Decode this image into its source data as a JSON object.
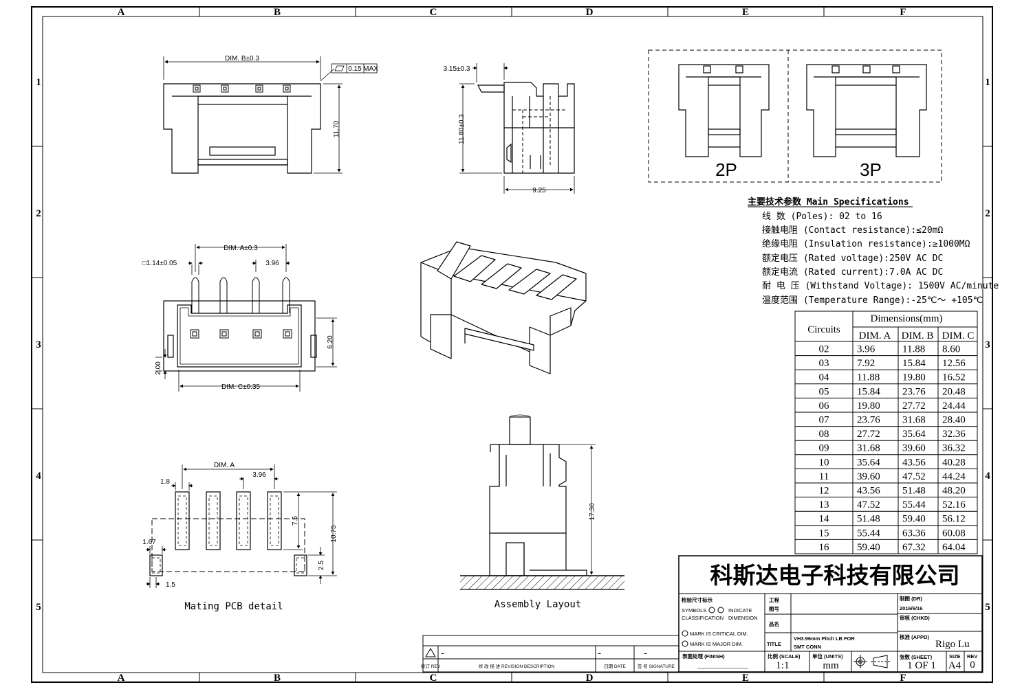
{
  "frame": {
    "columns": [
      "A",
      "B",
      "C",
      "D",
      "E",
      "F"
    ],
    "rows": [
      "1",
      "2",
      "3",
      "4",
      "5"
    ]
  },
  "views": {
    "top": {
      "dim_b": "DIM. B±0.3",
      "flatness": "0.15",
      "flatness_max": "MAX",
      "height": "11.70"
    },
    "side": {
      "offset": "3.15±0.3",
      "height": "11.80±0.3",
      "depth": "9.25"
    },
    "variants": {
      "p2": "2P",
      "p3": "3P"
    },
    "bottom": {
      "pin": "□1.14±0.05",
      "dim_a": "DIM. A±0.3",
      "pitch": "3.96",
      "depth": "6.20",
      "edge": "2.00",
      "dim_c": "DIM. C±0.35"
    },
    "pcb": {
      "dim_a": "DIM. A",
      "pitch": "3.96",
      "pad_w": "1.8",
      "pad_len": "7.5",
      "total": "10.75",
      "tab_w": "1.67",
      "tab_h": "2.5",
      "tab_off": "1.5",
      "caption": "Mating PCB detail"
    },
    "assembly": {
      "height": "17.30",
      "caption": "Assembly Layout"
    }
  },
  "specs": {
    "heading": "主要技术参数 Main Specifications",
    "lines": [
      "线    数 (Poles): 02 to 16",
      "接触电阻 (Contact resistance):≤20mΩ",
      "绝缘电阻 (Insulation resistance):≥1000MΩ",
      "额定电压 (Rated voltage):250V AC DC",
      "额定电流 (Rated current):7.0A AC DC",
      "耐 电 压 (Withstand Voltage): 1500V AC/minute",
      "温度范围 (Temperature Range):-25℃～ +105℃"
    ]
  },
  "dims_table": {
    "circuits_label": "Circuits",
    "group_label": "Dimensions(mm)",
    "headers": [
      "DIM. A",
      "DIM. B",
      "DIM. C"
    ],
    "rows": [
      [
        "02",
        "3.96",
        "11.88",
        "8.60"
      ],
      [
        "03",
        "7.92",
        "15.84",
        "12.56"
      ],
      [
        "04",
        "11.88",
        "19.80",
        "16.52"
      ],
      [
        "05",
        "15.84",
        "23.76",
        "20.48"
      ],
      [
        "06",
        "19.80",
        "27.72",
        "24.44"
      ],
      [
        "07",
        "23.76",
        "31.68",
        "28.40"
      ],
      [
        "08",
        "27.72",
        "35.64",
        "32.36"
      ],
      [
        "09",
        "31.68",
        "39.60",
        "36.32"
      ],
      [
        "10",
        "35.64",
        "43.56",
        "40.28"
      ],
      [
        "11",
        "39.60",
        "47.52",
        "44.24"
      ],
      [
        "12",
        "43.56",
        "51.48",
        "48.20"
      ],
      [
        "13",
        "47.52",
        "55.44",
        "52.16"
      ],
      [
        "14",
        "51.48",
        "59.40",
        "56.12"
      ],
      [
        "15",
        "55.44",
        "63.36",
        "60.08"
      ],
      [
        "16",
        "59.40",
        "67.32",
        "64.04"
      ]
    ]
  },
  "title_block": {
    "company": "科斯达电子科技有限公司",
    "inspect": "检验尺寸标示",
    "symbols": "SYMBOLS",
    "indicate": "INDICATE",
    "classification": "CLASSIFICATION",
    "dimension": "DIMENSION",
    "critical": "MARK IS CRITICAL DIM.",
    "major": "MARK IS MAJOR DIM.",
    "proj_label_cn": "工程",
    "proj_label_cn2": "图号",
    "name_label": "品名",
    "title_label": "TITLE",
    "title_value_1": "VH3.96mm Pitch LB FOR",
    "title_value_2": "SMT CONN",
    "finish": "表面处理 (FINISH)",
    "scale_label": "比例 (SCALE)",
    "scale_value": "1:1",
    "units_label": "单位 (UNITS)",
    "units_value": "mm",
    "drawn_label": "制图 (DR)",
    "drawn_date": "2016/6/16",
    "checked_label": "审核 (CHKD)",
    "approved_label": "核准 (APPD)",
    "approved_name": "Rigo Lu",
    "sheet_label": "张数 (SHEET)",
    "sheet_value": "1 OF 1",
    "size_label": "SIZE",
    "size_value": "A4",
    "rev_label": "REV",
    "rev_value": "0"
  },
  "revision_block": {
    "rev": "修订 REV",
    "desc": "修 改 描 述 REVISION DESCRIPTION",
    "date": "日期 DATE",
    "sign": "签 名 SIGNATURE",
    "dash": "-"
  }
}
